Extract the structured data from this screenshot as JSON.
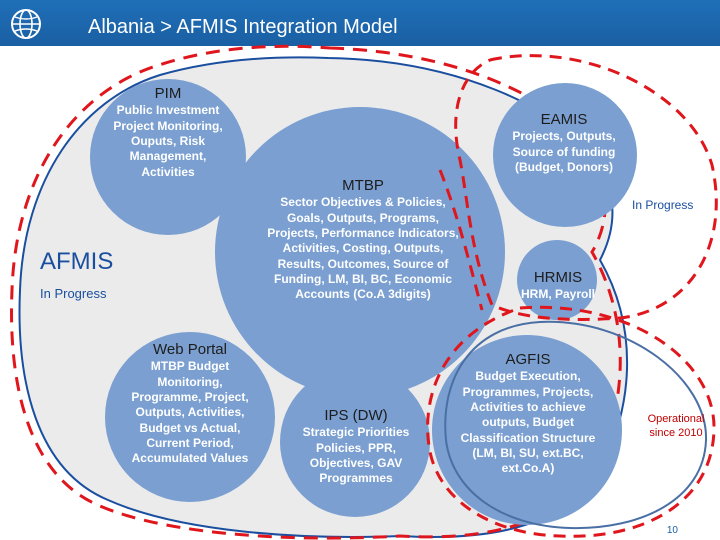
{
  "header": {
    "title": "Albania > AFMIS Integration Model",
    "logo_icon": "world-bank-globe-icon"
  },
  "afmis": {
    "title": "AFMIS",
    "status": "In Progress"
  },
  "circles": {
    "pim": {
      "title": "PIM",
      "body": "Public Investment Project Monitoring, Ouputs, Risk Management, Activities"
    },
    "mtbp": {
      "title": "MTBP",
      "body": "Sector Objectives & Policies, Goals, Outputs, Programs, Projects, Performance Indicators, Activities, Costing, Outputs, Results, Outcomes, Source of Funding, LM, BI, BC, Economic Accounts (Co.A 3digits)"
    },
    "eamis": {
      "title": "EAMIS",
      "body": "Projects, Outputs, Source of funding (Budget, Donors)"
    },
    "hrmis": {
      "title": "HRMIS",
      "body": "HRM, Payroll"
    },
    "web_portal": {
      "title": "Web Portal",
      "body": "MTBP Budget Monitoring, Programme, Project, Outputs, Activities, Budget vs Actual, Current Period, Accumulated Values"
    },
    "ips": {
      "title": "IPS (DW)",
      "body": "Strategic Priorities Policies, PPR, Objectives, GAV Programmes"
    },
    "agfis": {
      "title": "AGFIS",
      "body": "Budget Execution, Programmes, Projects, Activities to achieve outputs, Budget Classification Structure (LM, BI, SU, ext.BC, ext.Co.A)"
    }
  },
  "status_labels": {
    "eamis_hrmis": "In Progress",
    "agfis_line1": "Operational",
    "agfis_line2": "since 2010"
  },
  "colors": {
    "header_bg": "#1a5fa3",
    "circle_fill": "#7a9fd0",
    "outer_fill": "#ebebeb",
    "dash_red": "#e0161d",
    "afmis_blue": "#1a4fa0",
    "operational_red": "#c00000"
  },
  "page_number": "10"
}
